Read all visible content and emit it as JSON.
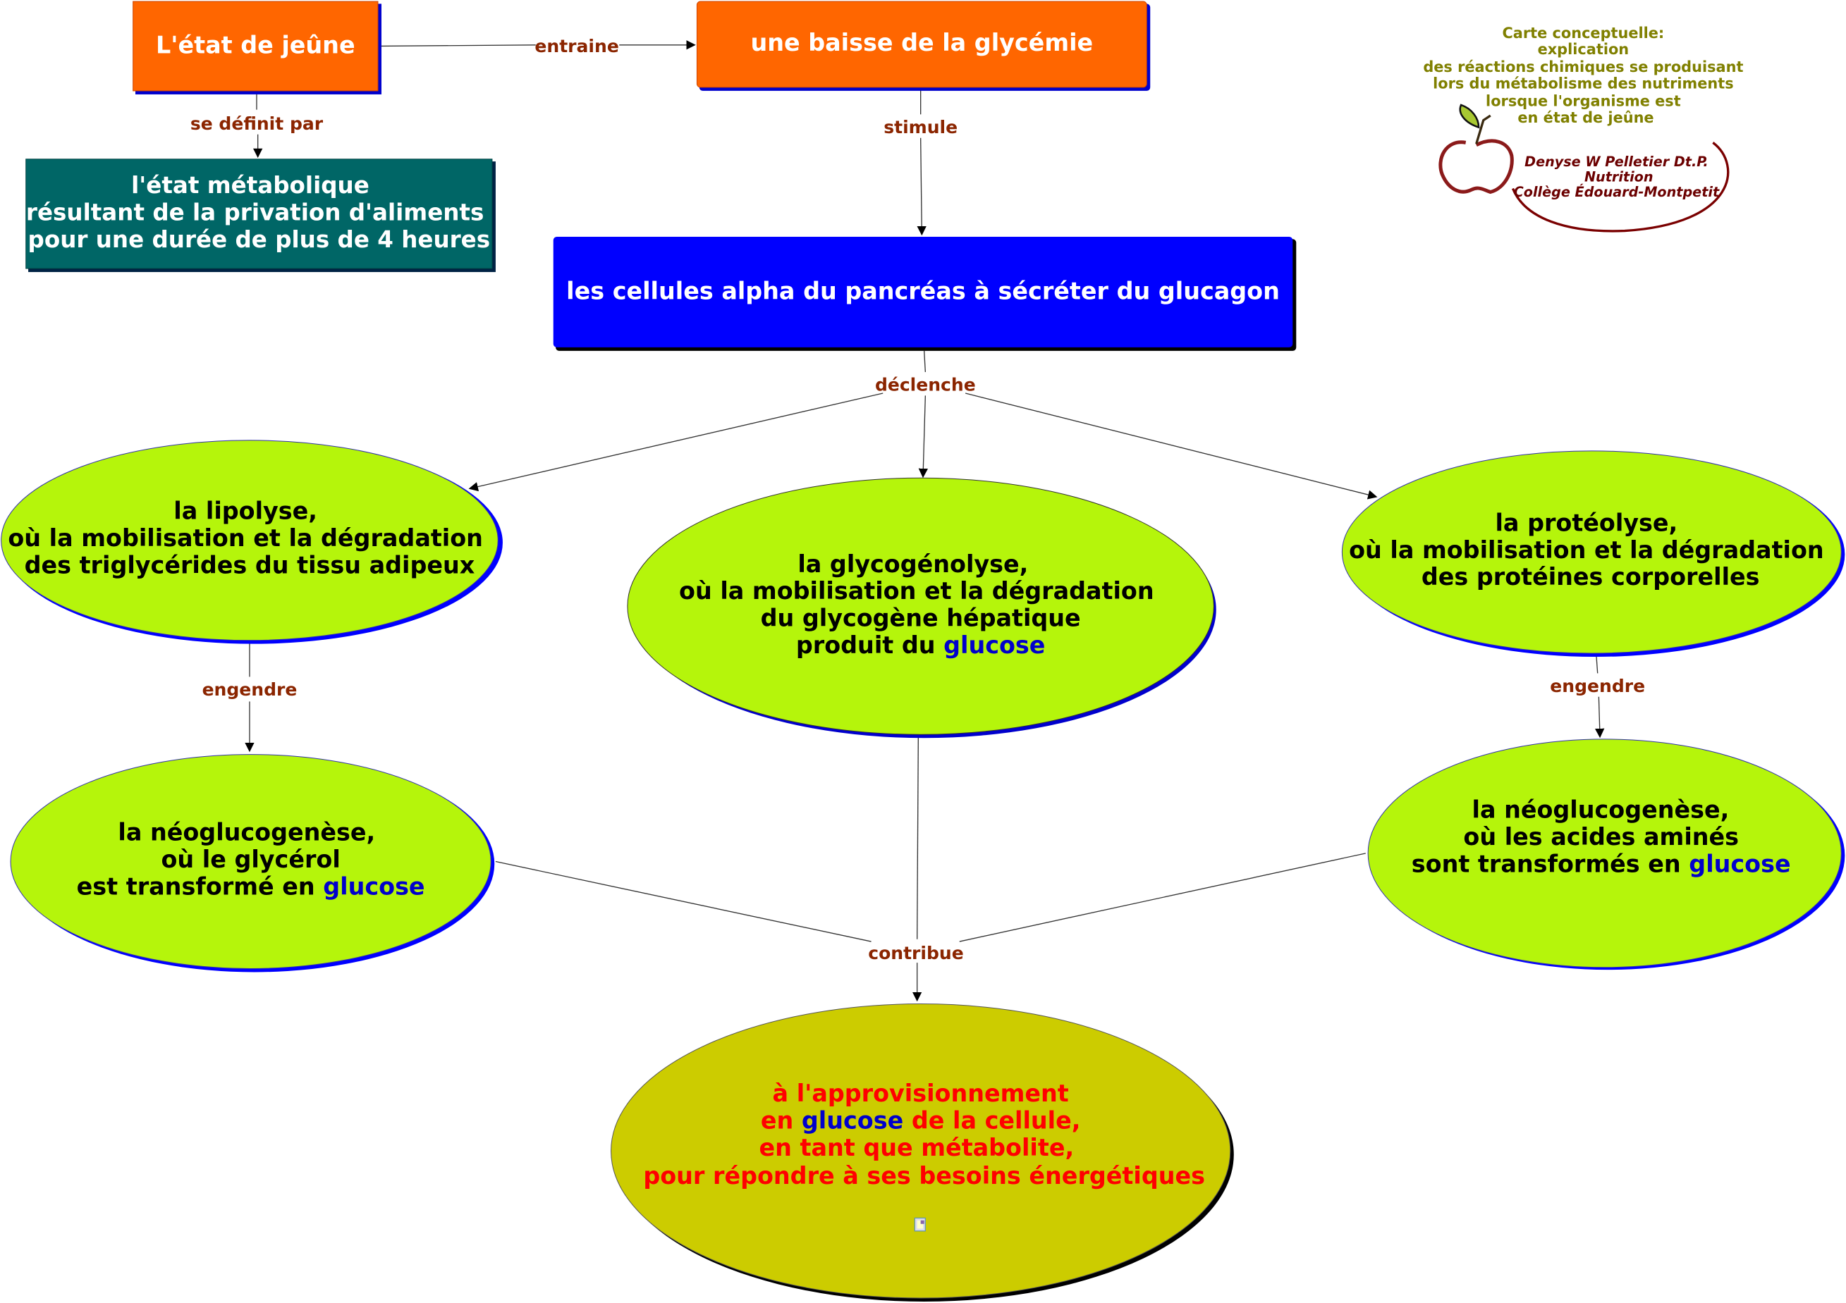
{
  "colors": {
    "orange": "#ff6600",
    "teal": "#006666",
    "blue": "#0000ff",
    "green": "#b5f50b",
    "olive": "#cccc00",
    "link": "#8b2500",
    "red": "#ff0000",
    "glucose": "#0000cc"
  },
  "header": {
    "title_lines": [
      "Carte conceptuelle:",
      "explication",
      "des réactions chimiques se produisant",
      "lors du métabolisme des nutriments",
      "lorsque l'organisme est",
      "en état de jeûne"
    ],
    "author_lines": [
      "Denyse W Pelletier Dt.P.",
      "Nutrition",
      "Collège Édouard-Montpetit"
    ],
    "logo_icon": "apple-icon"
  },
  "nodes": {
    "jeune": "L'état de jeûne",
    "baisse": "une baisse de la glycémie",
    "definition": [
      "l'état métabolique",
      "résultant de la privation d'aliments",
      "pour une durée de plus de 4 heures"
    ],
    "cellules": "les cellules alpha du pancréas à sécréter du glucagon",
    "lipolyse": [
      "la lipolyse,",
      "où la mobilisation et la dégradation",
      "des triglycérides du tissu adipeux"
    ],
    "glycogenolyse": {
      "lines": [
        "la glycogénolyse,",
        "où la mobilisation et la dégradation",
        "du glycogène hépatique"
      ],
      "last_prefix": "produit du ",
      "last_glucose": "glucose"
    },
    "proteolyse": [
      "la protéolyse,",
      "où la mobilisation et la dégradation",
      "des protéines corporelles"
    ],
    "neo_glycerol": {
      "lines": [
        "la néoglucogenèse,",
        "où le glycérol"
      ],
      "last_prefix": "est transformé en ",
      "last_glucose": "glucose"
    },
    "neo_acides": {
      "lines": [
        "la néoglucogenèse,",
        "où les acides aminés"
      ],
      "last_prefix": "sont transformés en ",
      "last_glucose": "glucose"
    },
    "final": {
      "line1": "à l'approvisionnement",
      "line2_prefix": "en ",
      "line2_glucose": "glucose",
      "line2_suffix": " de la cellule,",
      "line3": "en tant que métabolite,",
      "line4": "pour répondre à ses besoins énergétiques",
      "attachment_icon": "document-icon"
    }
  },
  "links": {
    "entraine": "entraine",
    "se_definit": "se définit par",
    "stimule": "stimule",
    "declenche": "déclenche",
    "engendre_left": "engendre",
    "engendre_right": "engendre",
    "contribue": "contribue"
  }
}
